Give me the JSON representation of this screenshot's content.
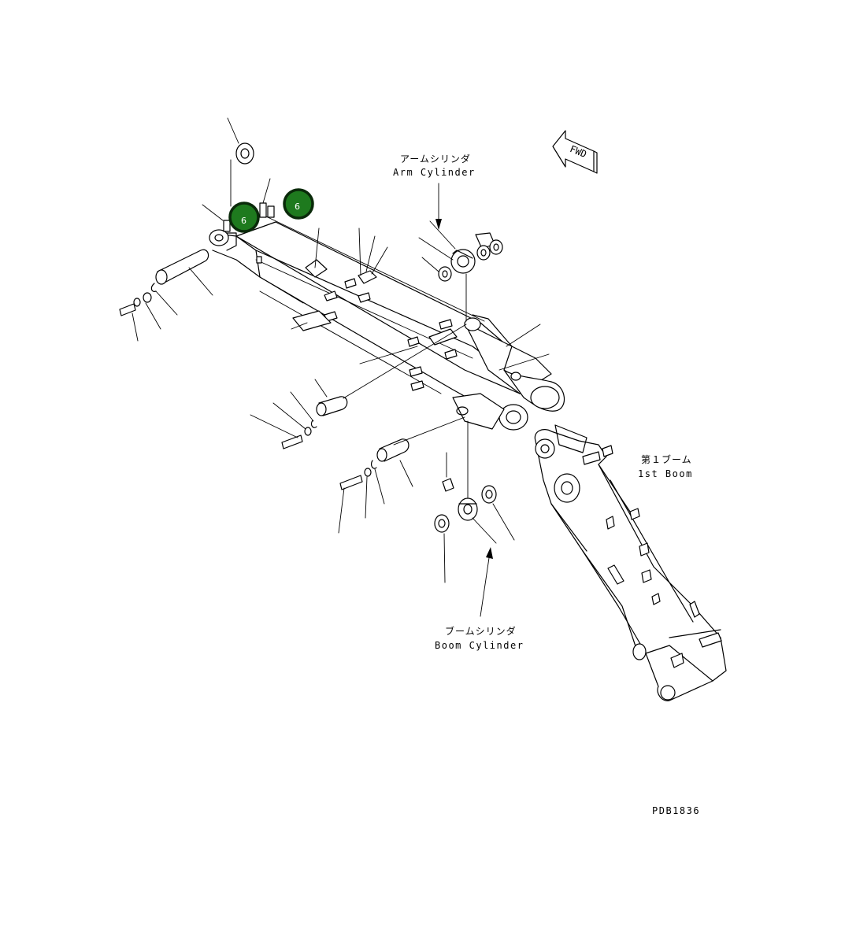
{
  "labels": {
    "arm_cylinder_jp": "アームシリンダ",
    "arm_cylinder_en": "Arm Cylinder",
    "boom_cylinder_jp": "ブームシリンダ",
    "boom_cylinder_en": "Boom Cylinder",
    "first_boom_jp": "第１ブーム",
    "first_boom_en": "1st Boom",
    "fwd": "FWD",
    "drawing_code": "PDB1836"
  },
  "markers": [
    {
      "label": "6",
      "color": "#1e7a1e"
    },
    {
      "label": "6",
      "color": "#1e7a1e"
    }
  ],
  "colors": {
    "marker_fill": "#1e7a1e",
    "marker_ring": "#0a2a0a",
    "line": "#000000",
    "background": "#ffffff"
  }
}
